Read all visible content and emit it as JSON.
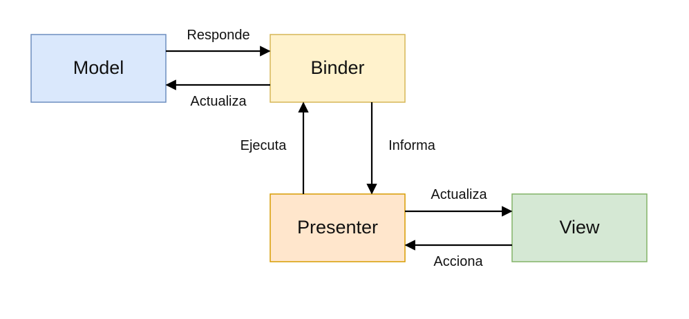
{
  "colors": {
    "model_fill": "#dae8fc",
    "model_stroke": "#6c8ebf",
    "binder_fill": "#fff2cc",
    "binder_stroke": "#d6b656",
    "presenter_fill": "#ffe6cc",
    "presenter_stroke": "#d79b00",
    "view_fill": "#d5e8d4",
    "view_stroke": "#82b366",
    "edge": "#000000"
  },
  "nodes": {
    "model": "Model",
    "binder": "Binder",
    "presenter": "Presenter",
    "view": "View"
  },
  "edges": {
    "binder_to_model_top": "Responde",
    "binder_to_model_bottom": "Actualiza",
    "presenter_to_binder": "Ejecuta",
    "binder_to_presenter": "Informa",
    "presenter_to_view": "Actualiza",
    "view_to_presenter": "Acciona"
  }
}
